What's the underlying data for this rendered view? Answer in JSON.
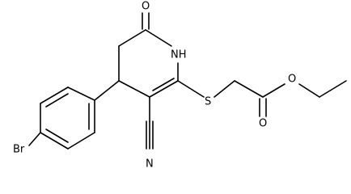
{
  "molecule": {
    "atoms": {
      "bromine": "Br",
      "nitrile_nitrogen": "N",
      "sulfur": "S",
      "amide_nitrogen": "NH",
      "ketone_oxygen": "O",
      "carbonyl_oxygen": "O",
      "ester_oxygen": "O"
    }
  },
  "colors": {
    "bond": "#000000",
    "text": "#000000",
    "background": "#ffffff"
  }
}
